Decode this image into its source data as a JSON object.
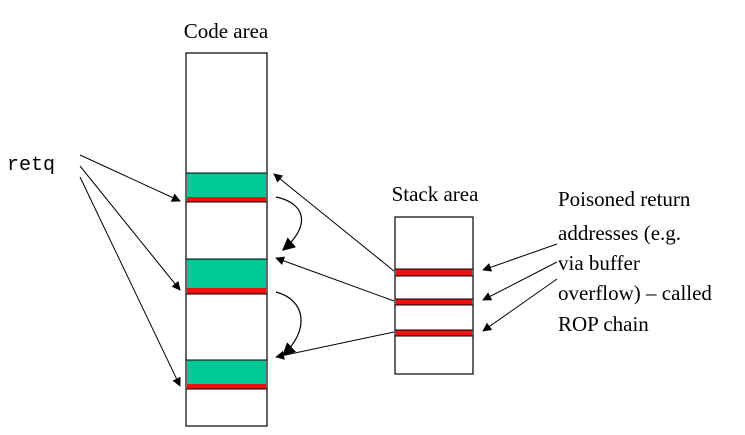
{
  "labels": {
    "code_area": "Code area",
    "stack_area": "Stack area",
    "retq": "retq",
    "annotation_lines": [
      "Poisoned return",
      "addresses (e.g.",
      "via buffer",
      "overflow) – called",
      "ROP chain"
    ]
  },
  "colors": {
    "gadget": "#00c896",
    "return_marker": "#ee1111",
    "outline": "#000000",
    "background": "#ffffff"
  }
}
